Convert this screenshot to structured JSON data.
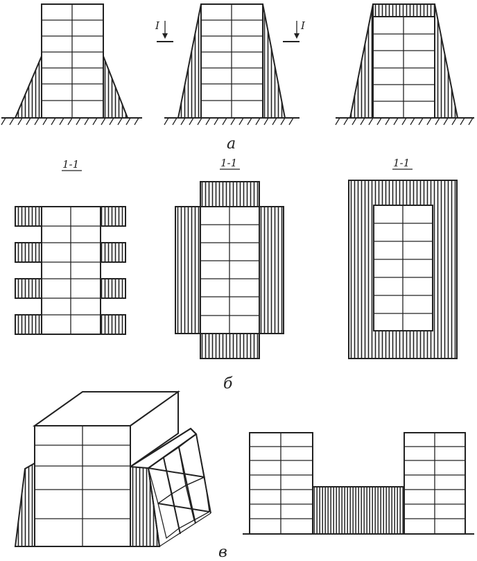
{
  "labels": {
    "a": "а",
    "b": "б",
    "v": "в",
    "section_1": "1-1",
    "section_2": "1-1",
    "section_3": "1-1",
    "mark_left": "I",
    "mark_right": "I"
  },
  "colors": {
    "ink": "#222222",
    "paper": "#ffffff"
  }
}
